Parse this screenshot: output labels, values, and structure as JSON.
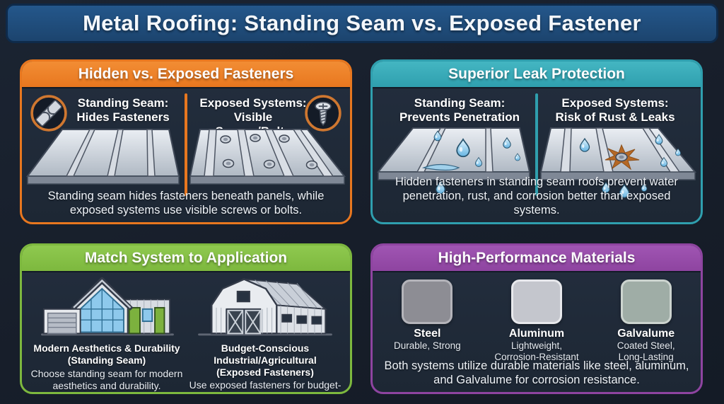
{
  "page": {
    "title": "Metal Roofing: Standing Seam vs. Exposed Fastener"
  },
  "colors": {
    "background": "#181f2b",
    "banner": "#1e4c79",
    "card_background": "#202a38",
    "orange_accent": "#e8771f",
    "teal_accent": "#2f9fae",
    "green_accent": "#7db83e",
    "purple_accent": "#8e44a0"
  },
  "cards": {
    "fasteners": {
      "title": "Hidden vs. Exposed Fasteners",
      "left": {
        "icon": "hidden-fastener-icon",
        "title": "Standing Seam:",
        "subtitle": "Hides Fasteners"
      },
      "right": {
        "icon": "screw-icon",
        "title": "Exposed Systems:",
        "subtitle": "Visible Screws/Bolts"
      },
      "caption": "Standing seam hides fasteners beneath panels, while exposed systems use visible screws or bolts."
    },
    "leak": {
      "title": "Superior Leak Protection",
      "left": {
        "title": "Standing Seam:",
        "subtitle": "Prevents Penetration"
      },
      "right": {
        "title": "Exposed Systems:",
        "subtitle": "Risk of Rust & Leaks"
      },
      "caption": "Hidden fasteners in standing seam roofs prevent water penetration, rust, and corrosion better than exposed systems."
    },
    "application": {
      "title": "Match System to Application",
      "left": {
        "illustration": "modern-house-illustration",
        "heading": "Modern Aesthetics & Durability",
        "subheading": "(Standing Seam)",
        "body": "Choose standing seam for modern aesthetics and durability."
      },
      "right": {
        "illustration": "barn-illustration",
        "heading": "Budget-Conscious Industrial/Agricultural",
        "subheading": "(Exposed Fasteners)",
        "body": "Use exposed fasteners for budget-conscious industrial or agricultural projects."
      }
    },
    "materials": {
      "title": "High-Performance Materials",
      "items": [
        {
          "name": "Steel",
          "desc": "Durable, Strong",
          "swatch_color": "#8d8d94"
        },
        {
          "name": "Aluminum",
          "desc": "Lightweight,\nCorrosion-Resistant",
          "swatch_color": "#c4c6cd"
        },
        {
          "name": "Galvalume",
          "desc": "Coated Steel,\nLong-Lasting",
          "swatch_color": "#9fada6"
        }
      ],
      "caption": "Both systems utilize durable materials like steel, aluminum, and Galvalume for corrosion resistance."
    }
  }
}
